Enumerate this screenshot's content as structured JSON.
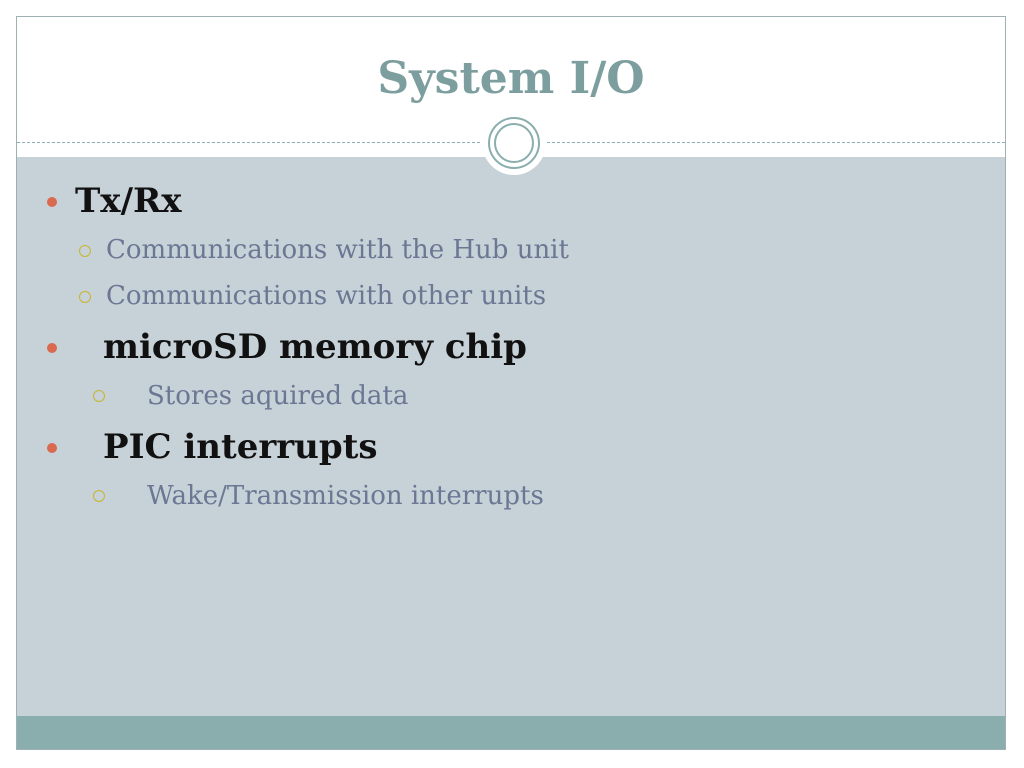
{
  "slide": {
    "title": "System I/O",
    "bullets": [
      {
        "label": "Tx/Rx",
        "sub": [
          "Communications with the Hub unit",
          "Communications with other units"
        ]
      },
      {
        "label": "microSD memory chip",
        "sub": [
          "Stores aquired data"
        ]
      },
      {
        "label": "PIC interrupts",
        "sub": [
          "Wake/Transmission interrupts"
        ]
      }
    ]
  },
  "colors": {
    "title": "#7d9e9e",
    "content_background": "#c6d1d8",
    "footer_band": "#8aadad",
    "main_bullet": "#d9694f",
    "sub_bullet": "#c8b52e",
    "sub_text": "#6b7793"
  },
  "icons": {
    "main_bullet": "filled-circle-bullet-icon",
    "sub_bullet": "hollow-circle-bullet-icon",
    "ornament": "double-ring-ornament-icon"
  }
}
